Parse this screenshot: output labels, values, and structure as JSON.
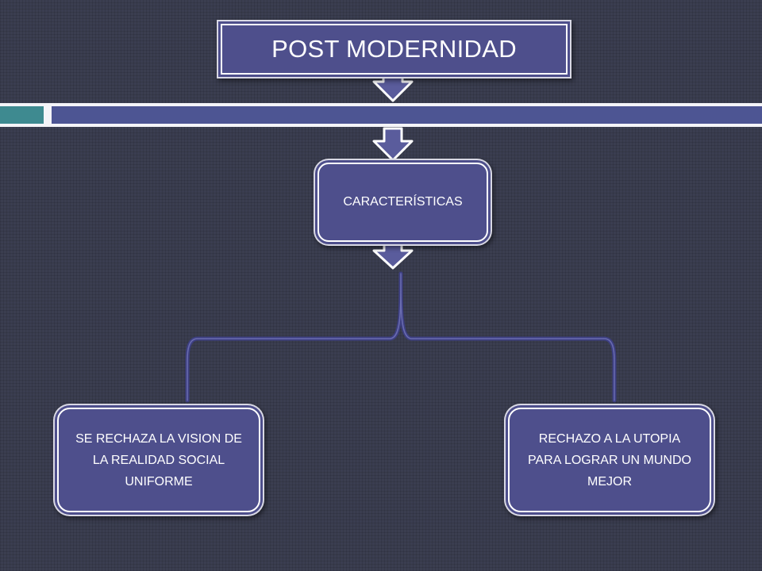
{
  "diagram": {
    "title": "POST MODERNIDAD",
    "characteristics": "CARACTERÍSTICAS",
    "item_left": "SE RECHAZA LA VISION DE LA REALIDAD SOCIAL UNIFORME",
    "item_right": "RECHAZO A LA UTOPIA PARA LOGRAR UN MUNDO MEJOR"
  },
  "colors": {
    "background": "#3b3e50",
    "box_fill": "#4e4f8c",
    "box_border": "#ffffff",
    "band_white": "#f4f4f8",
    "band_teal": "#3e8a90",
    "band_blue": "#4d5593",
    "connector": "#3d3f82",
    "text": "#ffffff"
  }
}
